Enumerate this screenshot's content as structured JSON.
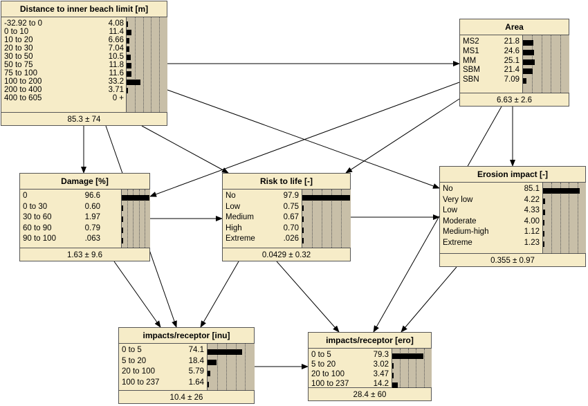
{
  "nodes": [
    {
      "id": "distance",
      "title": "Distance to inner beach limit [m]",
      "footer": "85.3 ± 74",
      "states": [
        {
          "label": "-32.92 to 0",
          "value": "4.08",
          "p": 4.08
        },
        {
          "label": "0 to 10",
          "value": "11.4",
          "p": 11.4
        },
        {
          "label": "10 to 20",
          "value": "6.66",
          "p": 6.66
        },
        {
          "label": "20 to 30",
          "value": "7.04",
          "p": 7.04
        },
        {
          "label": "30 to 50",
          "value": "10.5",
          "p": 10.5
        },
        {
          "label": "50 to 75",
          "value": "11.8",
          "p": 11.8
        },
        {
          "label": "75 to 100",
          "value": "11.6",
          "p": 11.6
        },
        {
          "label": "100 to 200",
          "value": "33.2",
          "p": 33.2
        },
        {
          "label": "200 to 400",
          "value": "3.71",
          "p": 3.71
        },
        {
          "label": "400 to 605",
          "value": "0 +",
          "p": 0
        }
      ]
    },
    {
      "id": "area",
      "title": "Area",
      "footer": "6.63 ± 2.6",
      "states": [
        {
          "label": "MS2",
          "value": "21.8",
          "p": 21.8
        },
        {
          "label": "MS1",
          "value": "24.6",
          "p": 24.6
        },
        {
          "label": "MM",
          "value": "25.1",
          "p": 25.1
        },
        {
          "label": "SBM",
          "value": "21.4",
          "p": 21.4
        },
        {
          "label": "SBN",
          "value": "7.09",
          "p": 7.09
        }
      ]
    },
    {
      "id": "damage",
      "title": "Damage [%]",
      "footer": "1.63 ± 9.6",
      "states": [
        {
          "label": "0",
          "value": "96.6",
          "p": 96.6
        },
        {
          "label": "0 to 30",
          "value": "0.60",
          "p": 0.6
        },
        {
          "label": "30 to 60",
          "value": "1.97",
          "p": 1.97
        },
        {
          "label": "60 to 90",
          "value": "0.79",
          "p": 0.79
        },
        {
          "label": "90 to 100",
          "value": ".063",
          "p": 0.063
        }
      ]
    },
    {
      "id": "risk",
      "title": "Risk to life [-]",
      "footer": "0.0429 ± 0.32",
      "states": [
        {
          "label": "No",
          "value": "97.9",
          "p": 97.9
        },
        {
          "label": "Low",
          "value": "0.75",
          "p": 0.75
        },
        {
          "label": "Medium",
          "value": "0.67",
          "p": 0.67
        },
        {
          "label": "High",
          "value": "0.70",
          "p": 0.7
        },
        {
          "label": "Extreme",
          "value": ".026",
          "p": 0.026
        }
      ]
    },
    {
      "id": "erosion",
      "title": "Erosion impact [-]",
      "footer": "0.355 ± 0.97",
      "states": [
        {
          "label": "No",
          "value": "85.1",
          "p": 85.1
        },
        {
          "label": "Very low",
          "value": "4.22",
          "p": 4.22
        },
        {
          "label": "Low",
          "value": "4.33",
          "p": 4.33
        },
        {
          "label": "Moderate",
          "value": "4.00",
          "p": 4.0
        },
        {
          "label": "Medium-high",
          "value": "1.12",
          "p": 1.12
        },
        {
          "label": "Extreme",
          "value": "1.23",
          "p": 1.23
        }
      ]
    },
    {
      "id": "inu",
      "title": "impacts/receptor [inu]",
      "footer": "10.4 ± 26",
      "states": [
        {
          "label": "0 to 5",
          "value": "74.1",
          "p": 74.1
        },
        {
          "label": "5 to 20",
          "value": "18.4",
          "p": 18.4
        },
        {
          "label": "20 to 100",
          "value": "5.79",
          "p": 5.79
        },
        {
          "label": "100 to 237",
          "value": "1.64",
          "p": 1.64
        }
      ]
    },
    {
      "id": "ero",
      "title": "impacts/receptor [ero]",
      "footer": "28.4 ± 60",
      "states": [
        {
          "label": "0 to 5",
          "value": "79.3",
          "p": 79.3
        },
        {
          "label": "5 to 20",
          "value": "3.02",
          "p": 3.02
        },
        {
          "label": "20 to 100",
          "value": "3.47",
          "p": 3.47
        },
        {
          "label": "100 to 237",
          "value": "14.2",
          "p": 14.2
        }
      ]
    }
  ],
  "edges": [
    {
      "from": "distance",
      "to": "area"
    },
    {
      "from": "distance",
      "to": "damage"
    },
    {
      "from": "distance",
      "to": "risk"
    },
    {
      "from": "distance",
      "to": "erosion"
    },
    {
      "from": "distance",
      "to": "inu"
    },
    {
      "from": "area",
      "to": "damage"
    },
    {
      "from": "area",
      "to": "risk"
    },
    {
      "from": "area",
      "to": "erosion"
    },
    {
      "from": "area",
      "to": "ero"
    },
    {
      "from": "damage",
      "to": "risk"
    },
    {
      "from": "damage",
      "to": "inu"
    },
    {
      "from": "risk",
      "to": "erosion"
    },
    {
      "from": "risk",
      "to": "inu"
    },
    {
      "from": "risk",
      "to": "ero"
    },
    {
      "from": "erosion",
      "to": "ero"
    },
    {
      "from": "inu",
      "to": "ero"
    }
  ]
}
